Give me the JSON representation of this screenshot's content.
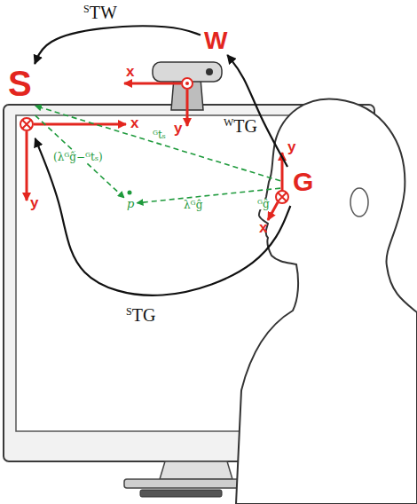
{
  "diagram": {
    "nodes": [
      {
        "text": [
          "S"
        ]
      },
      {
        "text": [
          "W"
        ]
      },
      {
        "text": [
          "G"
        ]
      },
      {
        "text": [
          "p"
        ]
      }
    ],
    "edges": [
      {
        "from": 1,
        "to": 0,
        "arrow": "to",
        "label": "STW"
      },
      {
        "from": 2,
        "to": 1,
        "arrow": "to",
        "label": "WTG"
      },
      {
        "from": 2,
        "to": 0,
        "arrow": "to",
        "label": "STG"
      },
      {
        "from": 2,
        "to": 0,
        "arrow": "to",
        "label": "ᴳtₛ"
      },
      {
        "from": 2,
        "to": 3,
        "arrow": "to",
        "label": "λᴳĝ"
      },
      {
        "from": 0,
        "to": 3,
        "arrow": "to",
        "label": "(λᴳĝ−ᴳtₛ)"
      }
    ],
    "labels": [
      "x",
      "y",
      "x",
      "y",
      "y",
      "x",
      "ᴳĝ"
    ]
  }
}
